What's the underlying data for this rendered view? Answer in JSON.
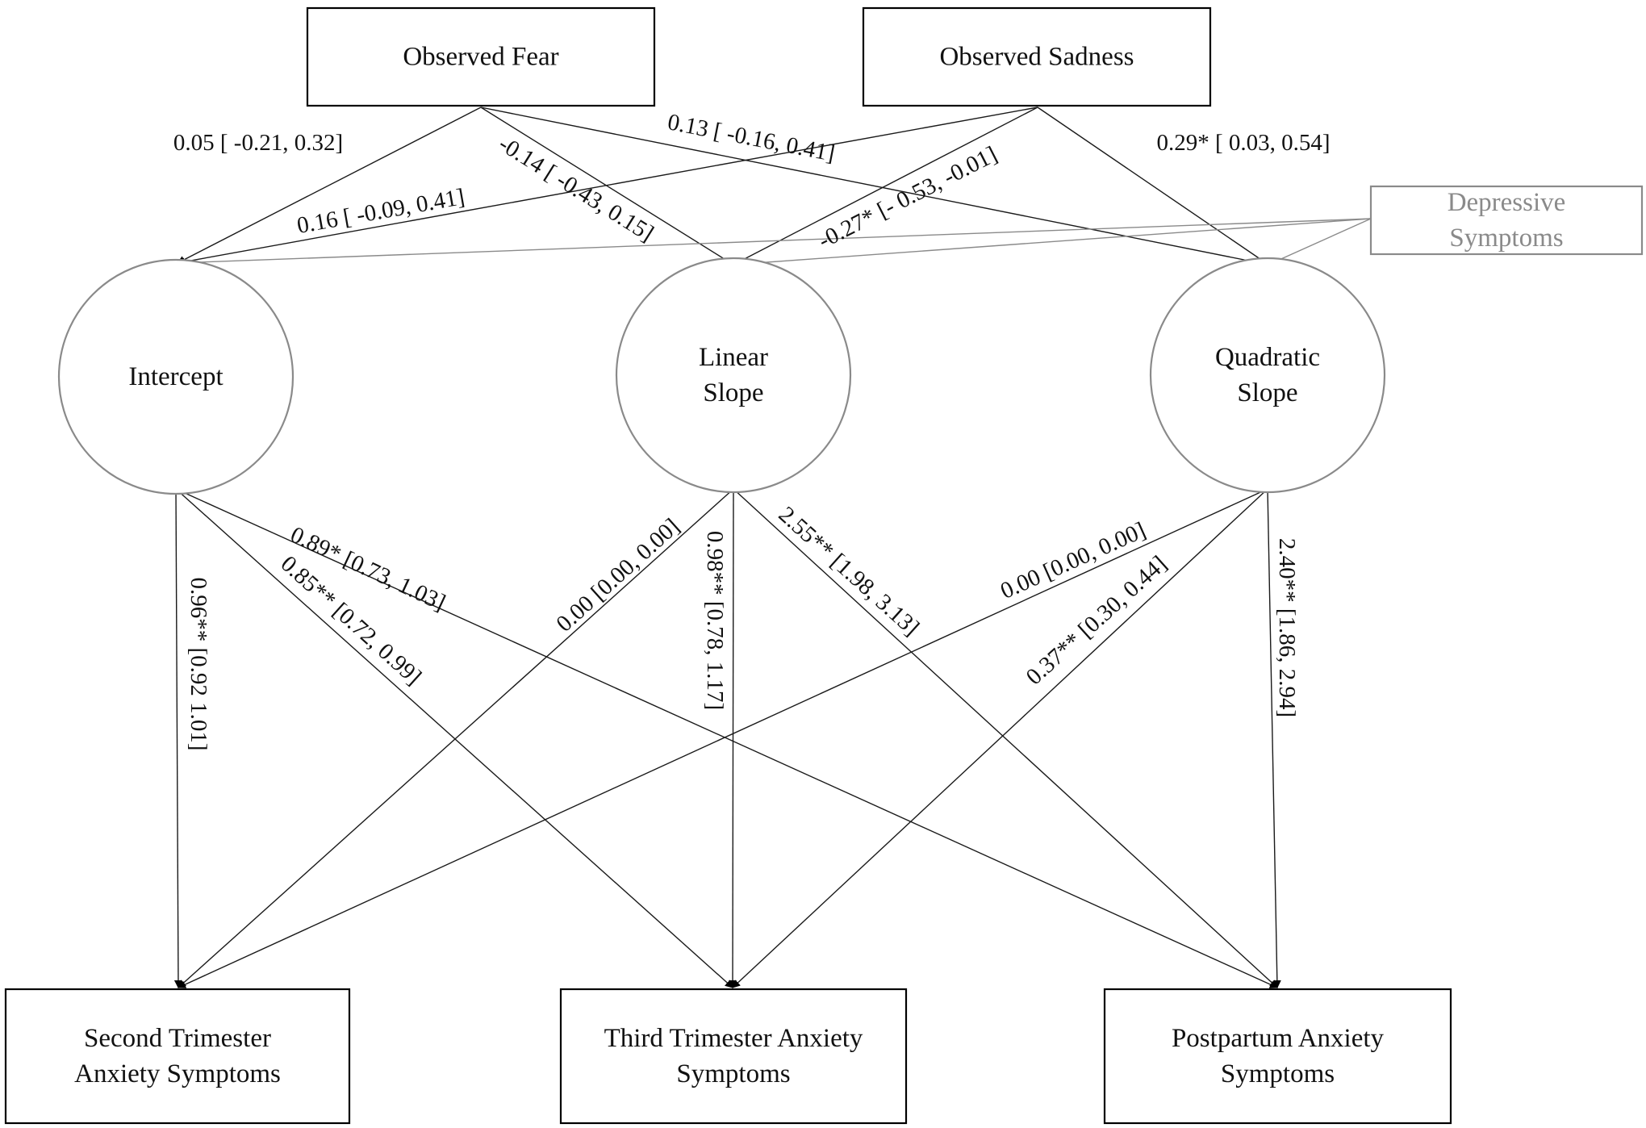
{
  "nodes": {
    "observed_fear": {
      "lines": [
        "Observed Fear"
      ]
    },
    "observed_sadness": {
      "lines": [
        "Observed Sadness"
      ]
    },
    "depressive_symptoms": {
      "lines": [
        "Depressive",
        "Symptoms"
      ]
    },
    "intercept": {
      "lines": [
        "Intercept"
      ]
    },
    "linear_slope": {
      "lines": [
        "Linear",
        "Slope"
      ]
    },
    "quadratic_slope": {
      "lines": [
        "Quadratic",
        "Slope"
      ]
    },
    "second_trimester": {
      "lines": [
        "Second Trimester",
        "Anxiety Symptoms"
      ]
    },
    "third_trimester": {
      "lines": [
        "Third Trimester Anxiety",
        "Symptoms"
      ]
    },
    "postpartum": {
      "lines": [
        "Postpartum Anxiety",
        "Symptoms"
      ]
    }
  },
  "edges": [
    {
      "id": "fear-intercept",
      "from": "observed_fear",
      "to": "intercept",
      "label": "0.05 [ -0.21, 0.32]"
    },
    {
      "id": "fear-linear",
      "from": "observed_fear",
      "to": "linear_slope",
      "label": "-0.14 [ -0.43, 0.15]"
    },
    {
      "id": "fear-quadratic",
      "from": "observed_fear",
      "to": "quadratic_slope",
      "label": "0.13 [ -0.16, 0.41]"
    },
    {
      "id": "sadness-intercept",
      "from": "observed_sadness",
      "to": "intercept",
      "label": "0.16 [ -0.09, 0.41]"
    },
    {
      "id": "sadness-linear",
      "from": "observed_sadness",
      "to": "linear_slope",
      "label": "-0.27* [- 0.53, -0.01]"
    },
    {
      "id": "sadness-quadratic",
      "from": "observed_sadness",
      "to": "quadratic_slope",
      "label": "0.29* [ 0.03, 0.54]"
    },
    {
      "id": "depressive-intercept",
      "from": "depressive_symptoms",
      "to": "intercept",
      "label": ""
    },
    {
      "id": "depressive-linear",
      "from": "depressive_symptoms",
      "to": "linear_slope",
      "label": ""
    },
    {
      "id": "depressive-quadratic",
      "from": "depressive_symptoms",
      "to": "quadratic_slope",
      "label": ""
    },
    {
      "id": "intercept-second",
      "from": "intercept",
      "to": "second_trimester",
      "label": "0.96** [0.92 1.01]"
    },
    {
      "id": "intercept-third",
      "from": "intercept",
      "to": "third_trimester",
      "label": "0.85** [0.72, 0.99]"
    },
    {
      "id": "intercept-postpartum",
      "from": "intercept",
      "to": "postpartum",
      "label": "0.89* [0.73, 1.03]"
    },
    {
      "id": "linear-second",
      "from": "linear_slope",
      "to": "second_trimester",
      "label": "0.00 [0.00, 0.00]"
    },
    {
      "id": "linear-third",
      "from": "linear_slope",
      "to": "third_trimester",
      "label": "0.98** [0.78, 1.17]"
    },
    {
      "id": "linear-postpartum",
      "from": "linear_slope",
      "to": "postpartum",
      "label": "2.55** [1.98, 3.13]"
    },
    {
      "id": "quadratic-second",
      "from": "quadratic_slope",
      "to": "second_trimester",
      "label": "0.00 [0.00, 0.00]"
    },
    {
      "id": "quadratic-third",
      "from": "quadratic_slope",
      "to": "third_trimester",
      "label": "0.37** [0.30, 0.44]"
    },
    {
      "id": "quadratic-postpartum",
      "from": "quadratic_slope",
      "to": "postpartum",
      "label": "2.40** [1.86, 2.94]"
    }
  ]
}
